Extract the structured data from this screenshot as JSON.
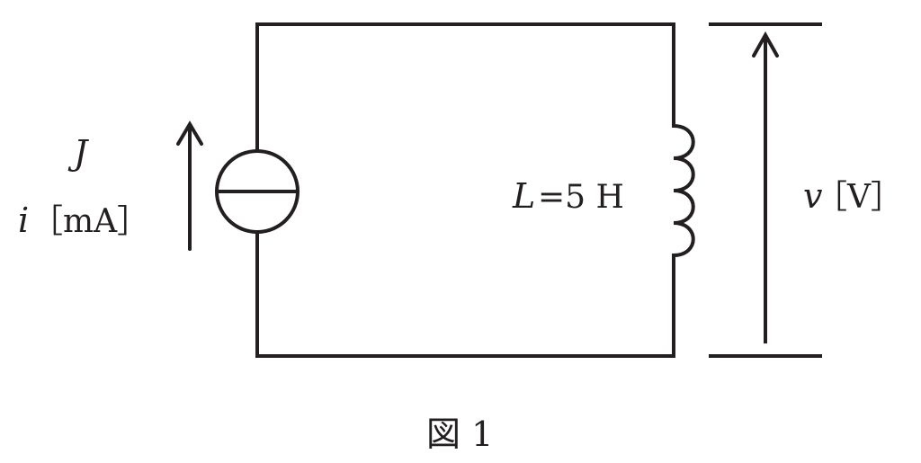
{
  "source": {
    "symbol": "J",
    "current_label": "i",
    "current_unit": "［mA］"
  },
  "inductor": {
    "symbol": "L",
    "value": "=5 H"
  },
  "voltage": {
    "symbol": "v",
    "unit": "［V］"
  },
  "caption": "図 1",
  "colors": {
    "stroke": "#231f20",
    "background": "#ffffff"
  },
  "icons": {
    "current_source": "current-source-icon",
    "inductor": "inductor-coil-icon",
    "arrow": "arrow-up-icon"
  }
}
